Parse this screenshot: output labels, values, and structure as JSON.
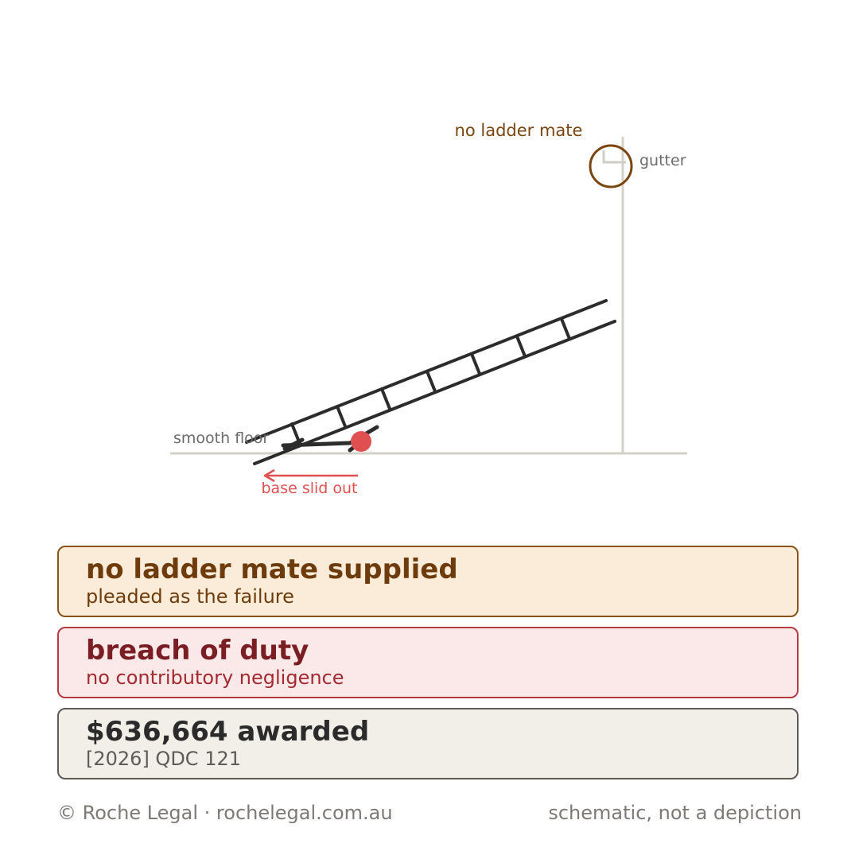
{
  "diagram": {
    "labels": {
      "no_ladder_mate": "no ladder mate",
      "gutter": "gutter",
      "smooth_floor": "smooth floor",
      "base_slid_out": "base slid out"
    },
    "colors": {
      "wall": "#d3d1ca",
      "ladder": "#2c2c2c",
      "accent_red": "#e05050",
      "brown": "#7a4510",
      "label_gray": "#6b6b6b"
    }
  },
  "cards": [
    {
      "title": "no ladder mate supplied",
      "subtitle": "pleaded as the failure"
    },
    {
      "title": "breach of duty",
      "subtitle": "no contributory negligence"
    },
    {
      "title": "$636,664 awarded",
      "subtitle": "[2026] QDC 121"
    }
  ],
  "footer": {
    "left": "© Roche Legal · rochelegal.com.au",
    "right": "schematic, not a depiction"
  }
}
